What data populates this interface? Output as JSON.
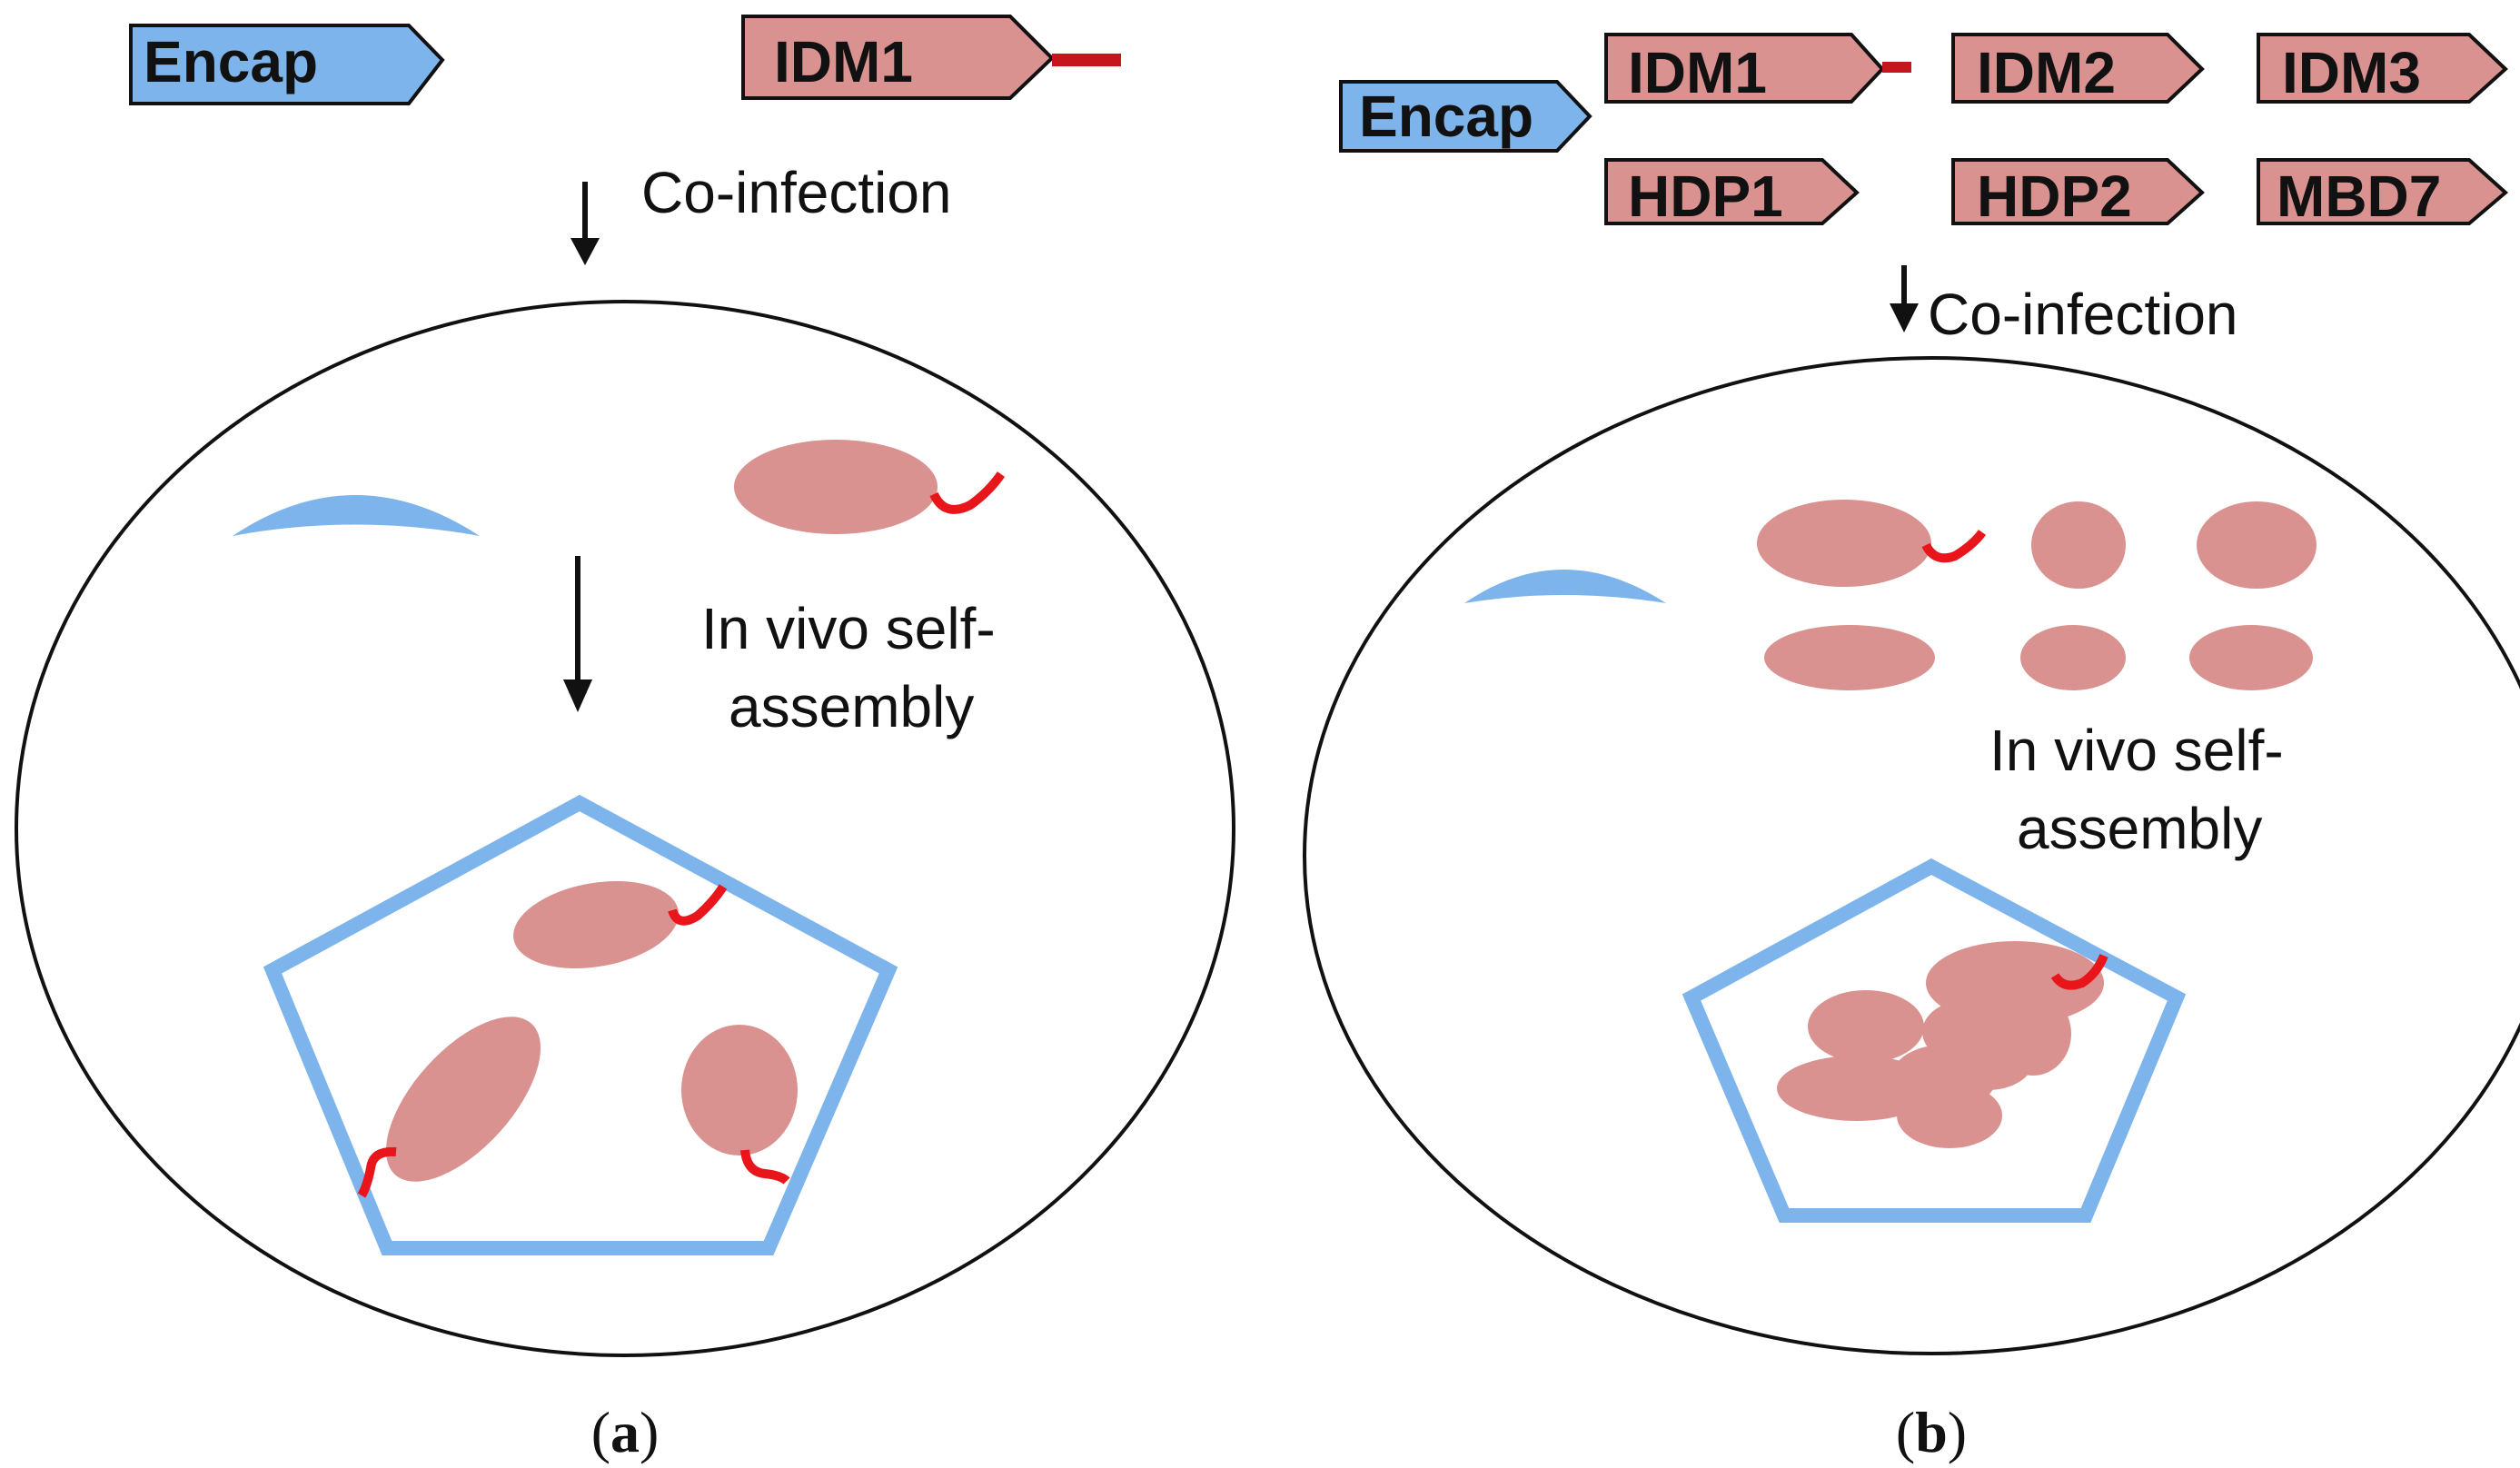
{
  "colors": {
    "encap": "#7db4ec",
    "cargo": "#d99290",
    "tag": "#e8151b",
    "tag_dark": "#c4161c",
    "outline": "#111111"
  },
  "panel_a": {
    "genes": {
      "encap": "Encap",
      "idm1": "IDM1"
    },
    "co_infection": "Co-infection",
    "self_assembly_line1": "In vivo self-",
    "self_assembly_line2": "assembly",
    "label": {
      "open": "(",
      "letter": "a",
      "close": ")"
    }
  },
  "panel_b": {
    "genes": {
      "encap": "Encap",
      "idm1": "IDM1",
      "idm2": "IDM2",
      "idm3": "IDM3",
      "hdp1": "HDP1",
      "hdp2": "HDP2",
      "mbd7": "MBD7"
    },
    "co_infection": "Co-infection",
    "self_assembly_line1": "In vivo self-",
    "self_assembly_line2": "assembly",
    "label": {
      "open": "(",
      "letter": "b",
      "close": ")"
    }
  }
}
